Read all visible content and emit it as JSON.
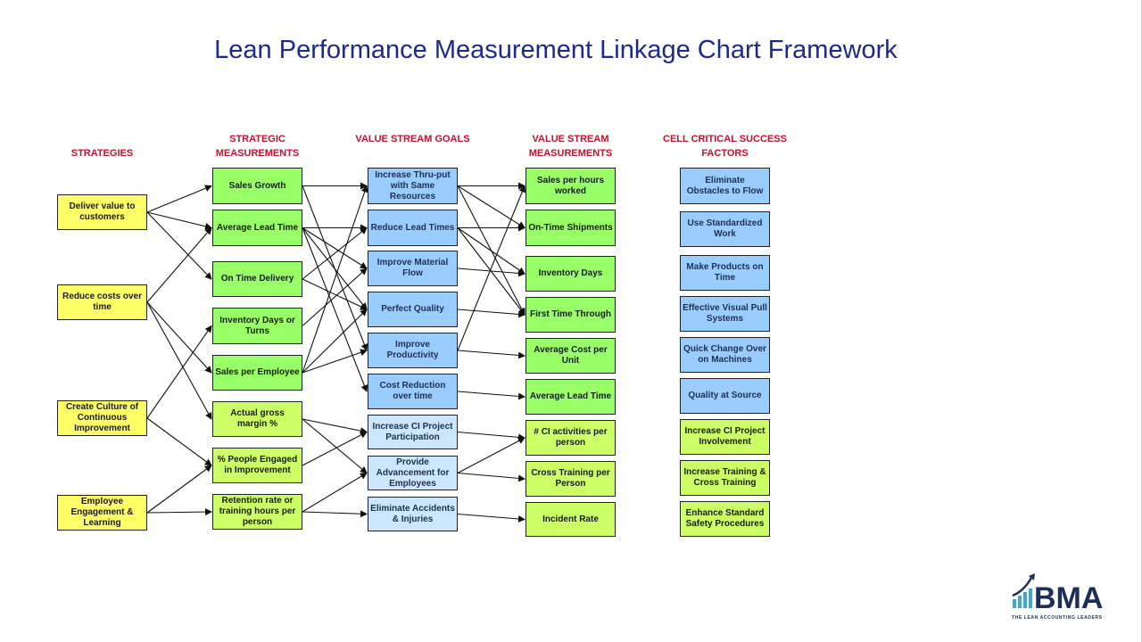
{
  "title": "Lean Performance Measurement Linkage Chart Framework",
  "colors": {
    "title": "#1c2a8c",
    "header": "#c8102e",
    "yellow": "#ffff66",
    "green": "#99ff66",
    "lime": "#ccff66",
    "blue": "#99ccff",
    "lightblue": "#cce6ff"
  },
  "columns": [
    {
      "header": "STRATEGIES",
      "boxes": [
        {
          "id": "S0",
          "label": "Deliver value to customers",
          "color": "yellow"
        },
        {
          "id": "S1",
          "label": "Reduce costs over time",
          "color": "yellow"
        },
        {
          "id": "S2",
          "label": "Create Culture of Continuous Improvement",
          "color": "yellow"
        },
        {
          "id": "S3",
          "label": "Employee Engagement & Learning",
          "color": "yellow"
        }
      ]
    },
    {
      "header": "STRATEGIC MEASUREMENTS",
      "boxes": [
        {
          "id": "M0",
          "label": "Sales Growth",
          "color": "green"
        },
        {
          "id": "M1",
          "label": "Average Lead Time",
          "color": "green"
        },
        {
          "id": "M2",
          "label": "On Time Delivery",
          "color": "green"
        },
        {
          "id": "M3",
          "label": "Inventory Days or Turns",
          "color": "green"
        },
        {
          "id": "M4",
          "label": "Sales per Employee",
          "color": "green"
        },
        {
          "id": "M5",
          "label": "Actual gross margin %",
          "color": "lime"
        },
        {
          "id": "M6",
          "label": "% People Engaged in Improvement",
          "color": "lime"
        },
        {
          "id": "M7",
          "label": "Retention rate or training hours per person",
          "color": "lime"
        }
      ]
    },
    {
      "header": "VALUE STREAM GOALS",
      "boxes": [
        {
          "id": "G0",
          "label": "Increase Thru-put with Same Resources",
          "color": "blue"
        },
        {
          "id": "G1",
          "label": "Reduce Lead Times",
          "color": "blue"
        },
        {
          "id": "G2",
          "label": "Improve Material Flow",
          "color": "blue"
        },
        {
          "id": "G3",
          "label": "Perfect Quality",
          "color": "blue"
        },
        {
          "id": "G4",
          "label": "Improve Productivity",
          "color": "blue"
        },
        {
          "id": "G5",
          "label": "Cost Reduction over time",
          "color": "blue"
        },
        {
          "id": "G6",
          "label": "Increase CI Project Participation",
          "color": "lightblue"
        },
        {
          "id": "G7",
          "label": "Provide Advancement for Employees",
          "color": "lightblue"
        },
        {
          "id": "G8",
          "label": "Eliminate Accidents & Injuries",
          "color": "lightblue"
        }
      ]
    },
    {
      "header": "VALUE STREAM MEASUREMENTS",
      "boxes": [
        {
          "id": "V0",
          "label": "Sales per hours worked",
          "color": "green"
        },
        {
          "id": "V1",
          "label": "On-Time Shipments",
          "color": "green"
        },
        {
          "id": "V2",
          "label": "Inventory Days",
          "color": "green"
        },
        {
          "id": "V3",
          "label": "First Time Through",
          "color": "green"
        },
        {
          "id": "V4",
          "label": "Average Cost per Unit",
          "color": "green"
        },
        {
          "id": "V5",
          "label": "Average Lead Time",
          "color": "green"
        },
        {
          "id": "V6",
          "label": "# CI activities per person",
          "color": "lime"
        },
        {
          "id": "V7",
          "label": "Cross Training per Person",
          "color": "lime"
        },
        {
          "id": "V8",
          "label": "Incident Rate",
          "color": "lime"
        }
      ]
    },
    {
      "header": "CELL CRITICAL SUCCESS FACTORS",
      "boxes": [
        {
          "id": "C0",
          "label": "Eliminate Obstacles to Flow",
          "color": "blue"
        },
        {
          "id": "C1",
          "label": "Use Standardized Work",
          "color": "blue"
        },
        {
          "id": "C2",
          "label": "Make Products on Time",
          "color": "blue"
        },
        {
          "id": "C3",
          "label": "Effective Visual Pull Systems",
          "color": "blue"
        },
        {
          "id": "C4",
          "label": "Quick Change Over on Machines",
          "color": "blue"
        },
        {
          "id": "C5",
          "label": "Quality at Source",
          "color": "blue"
        },
        {
          "id": "C6",
          "label": "Increase CI Project Involvement",
          "color": "lime"
        },
        {
          "id": "C7",
          "label": "Increase Training & Cross Training",
          "color": "lime"
        },
        {
          "id": "C8",
          "label": "Enhance Standard Safety Procedures",
          "color": "lime"
        }
      ]
    }
  ],
  "links": [
    [
      "S0",
      "M0"
    ],
    [
      "S0",
      "M1"
    ],
    [
      "S0",
      "M2"
    ],
    [
      "S1",
      "M1"
    ],
    [
      "S1",
      "M4"
    ],
    [
      "S1",
      "M5"
    ],
    [
      "S2",
      "M3"
    ],
    [
      "S2",
      "M6"
    ],
    [
      "S3",
      "M6"
    ],
    [
      "S3",
      "M7"
    ],
    [
      "M0",
      "G0"
    ],
    [
      "M0",
      "G4"
    ],
    [
      "M1",
      "G1"
    ],
    [
      "M1",
      "G2"
    ],
    [
      "M1",
      "G3"
    ],
    [
      "M1",
      "G5"
    ],
    [
      "M2",
      "G1"
    ],
    [
      "M2",
      "G3"
    ],
    [
      "M3",
      "G2"
    ],
    [
      "M4",
      "G0"
    ],
    [
      "M4",
      "G3"
    ],
    [
      "M4",
      "G4"
    ],
    [
      "M5",
      "G6"
    ],
    [
      "M5",
      "G7"
    ],
    [
      "M6",
      "G6"
    ],
    [
      "M7",
      "G7"
    ],
    [
      "M7",
      "G8"
    ],
    [
      "G0",
      "V0"
    ],
    [
      "G0",
      "V1"
    ],
    [
      "G0",
      "V3"
    ],
    [
      "G1",
      "V1"
    ],
    [
      "G1",
      "V2"
    ],
    [
      "G1",
      "V3"
    ],
    [
      "G2",
      "V2"
    ],
    [
      "G3",
      "V3"
    ],
    [
      "G4",
      "V0"
    ],
    [
      "G4",
      "V4"
    ],
    [
      "G5",
      "V5"
    ],
    [
      "G6",
      "V6"
    ],
    [
      "G7",
      "V6"
    ],
    [
      "G7",
      "V7"
    ],
    [
      "G8",
      "V8"
    ]
  ],
  "logo": {
    "text": "BMA",
    "tagline": "THE LEAN ACCOUNTING LEADERS"
  }
}
